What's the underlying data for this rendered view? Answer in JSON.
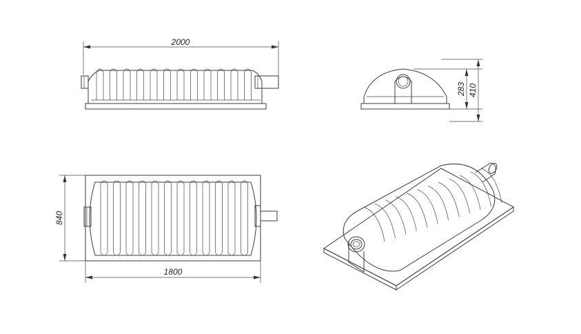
{
  "dimensions": {
    "top_length": "2000",
    "side_height_inner": "283",
    "side_height_outer": "410",
    "plan_width": "840",
    "plan_length": "1800"
  }
}
